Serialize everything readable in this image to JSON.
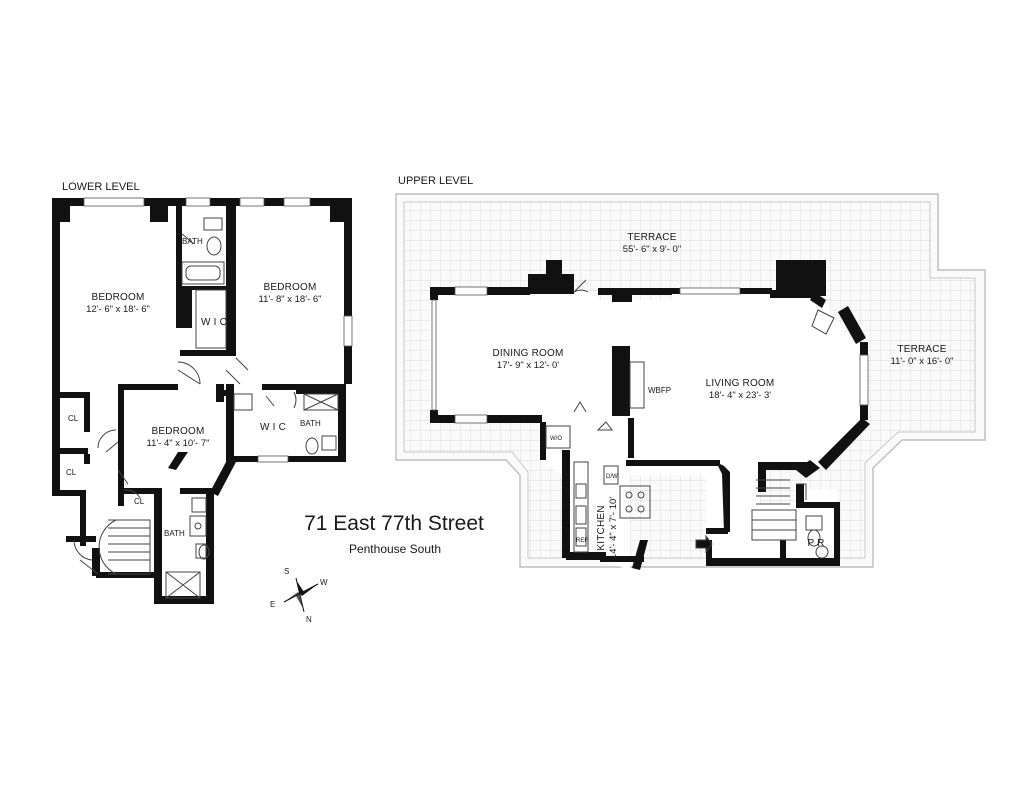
{
  "levels": {
    "lower": "LOWER LEVEL",
    "upper": "UPPER LEVEL"
  },
  "address": "71 East 77th Street",
  "unit": "Penthouse South",
  "compass": {
    "s": "S",
    "w": "W",
    "e": "E",
    "n": "N"
  },
  "lower_rooms": {
    "bedroom1": {
      "name": "BEDROOM",
      "dims": "12'- 6\" x 18'- 6\""
    },
    "bedroom2": {
      "name": "BEDROOM",
      "dims": "11'- 8\" x 18'- 6\""
    },
    "bedroom3": {
      "name": "BEDROOM",
      "dims": "11'- 4\" x 10'- 7\""
    },
    "bath_top": "BATH",
    "bath_mid": "BATH",
    "bath_low": "BATH",
    "wic1": "W I C",
    "wic2": "W I C",
    "cl1": "CL",
    "cl2": "CL",
    "cl3": "CL"
  },
  "upper_rooms": {
    "terrace_top": {
      "name": "TERRACE",
      "dims": "55'- 6\" x 9'- 0\""
    },
    "terrace_right": {
      "name": "TERRACE",
      "dims": "11'- 0\" x 16'- 0\""
    },
    "dining": {
      "name": "DINING ROOM",
      "dims": "17'- 9\" x 12'- 0'"
    },
    "living": {
      "name": "LIVING ROOM",
      "dims": "18'- 4\" x 23'- 3'"
    },
    "kitchen": {
      "name": "KITCHEN",
      "dims": "14'- 4\" x 7'- 10'"
    },
    "wbfp": "WBFP",
    "pr": "P R",
    "ref": "REF",
    "dw": "D/W",
    "wo": "W/O"
  }
}
